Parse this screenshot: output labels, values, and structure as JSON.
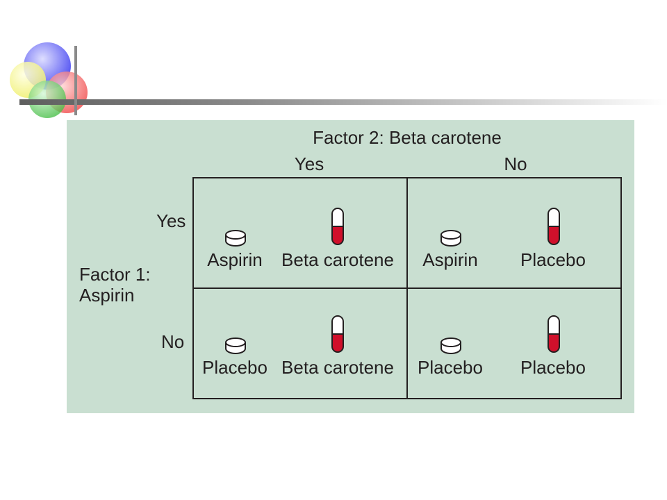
{
  "header": {
    "factor2_title": "Factor 2: Beta carotene",
    "col_yes": "Yes",
    "col_no": "No"
  },
  "rows": {
    "factor1_line1": "Factor 1:",
    "factor1_line2": "Aspirin",
    "row_yes": "Yes",
    "row_no": "No"
  },
  "cells": [
    {
      "tablet_label": "Aspirin",
      "pill_label": "Beta carotene"
    },
    {
      "tablet_label": "Aspirin",
      "pill_label": "Placebo"
    },
    {
      "tablet_label": "Placebo",
      "pill_label": "Beta carotene"
    },
    {
      "tablet_label": "Placebo",
      "pill_label": "Placebo"
    }
  ],
  "colors": {
    "panel": "#c9dfd1",
    "capsule_red": "#d0102b",
    "text": "#231f20"
  },
  "icons": [
    "tablet-icon",
    "capsule-icon",
    "color-circles-logo"
  ]
}
